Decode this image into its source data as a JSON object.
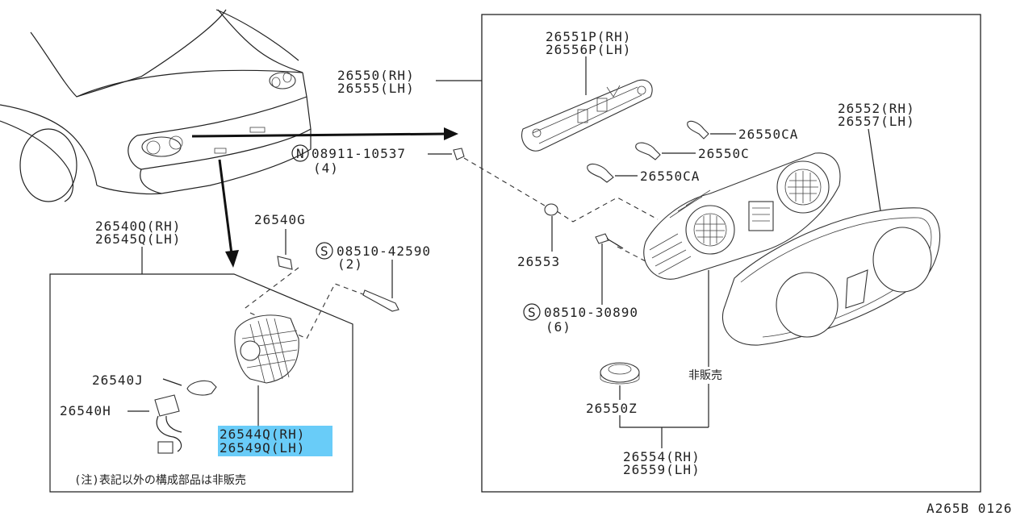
{
  "diagram": {
    "labels": {
      "p26550": [
        "26550(RH)",
        "26555(LH)"
      ],
      "p26551P": [
        "26551P(RH)",
        "26556P(LH)"
      ],
      "p26550CA_top": "26550CA",
      "p26550C": "26550C",
      "p26550CA_mid": "26550CA",
      "p26552": [
        "26552(RH)",
        "26557(LH)"
      ],
      "p08911": "08911-10537",
      "p08911_qty": "(4)",
      "p26553": "26553",
      "p08510_30890": "08510-30890",
      "p08510_30890_qty": "(6)",
      "p26550Z": "26550Z",
      "not_sold": "非販売",
      "p26554": [
        "26554(RH)",
        "26559(LH)"
      ],
      "p26540Q": [
        "26540Q(RH)",
        "26545Q(LH)"
      ],
      "p26540G": "26540G",
      "p08510_42590": "08510-42590",
      "p08510_42590_qty": "(2)",
      "p26540J": "26540J",
      "p26540H": "26540H",
      "p26544Q": [
        "26544Q(RH)",
        "26549Q(LH)"
      ],
      "footnote": "(注)表記以外の構成部品は非販売",
      "ref_code": "A265B 0126"
    },
    "symbols": {
      "nut_symbol": "N",
      "screw_symbol_a": "S",
      "screw_symbol_b": "S"
    },
    "highlight_color": "#4fc3f7"
  }
}
